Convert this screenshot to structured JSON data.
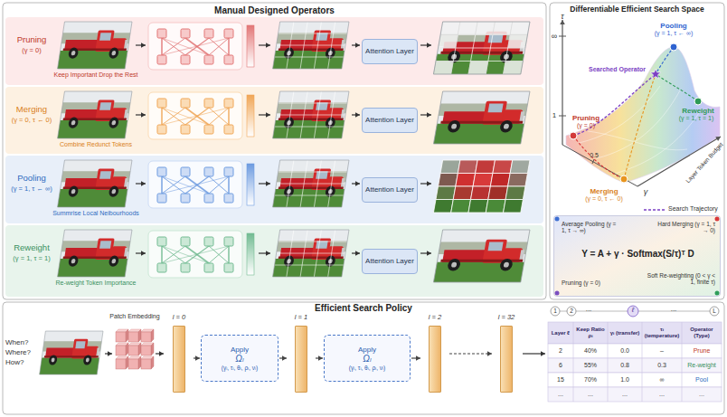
{
  "diagram": {
    "nodes": [
      {
        "text": [
          "Manual Designed Operators"
        ]
      },
      {
        "text": [
          "Pruning",
          "(γ = 0)",
          "Keep Important Drop the Rest"
        ],
        "in": 0
      },
      {
        "text": [
          "Attention Layer"
        ],
        "in": 1
      },
      {
        "text": [
          "Merging",
          "(γ = 0, τ ← 0)",
          "Combine Redunct Tokens"
        ],
        "in": 0
      },
      {
        "text": [
          "Attention Layer"
        ],
        "in": 3
      },
      {
        "text": [
          "Pooling",
          "(γ = 1, τ ← ∞)",
          "Summrise Local Neibourhoods"
        ],
        "in": 0
      },
      {
        "text": [
          "Attention Layer"
        ],
        "in": 5
      },
      {
        "text": [
          "Reweight",
          "(γ = 1, τ = 1)",
          "Re-weight Token Importance"
        ],
        "in": 0
      },
      {
        "text": [
          "Attention Layer"
        ],
        "in": 7
      },
      {
        "text": [
          "Differentiable Efficient Search Space"
        ]
      },
      {
        "text": [
          "Average Pooling (γ = 1, τ → ∞)",
          "Hard Merging (γ = 1, τ → 0)",
          "Y = A + γ · Softmax(S/τ)ᵀ D",
          "Pruning (γ = 0)",
          "Soft Re-weighting (0 < γ < 1, finite τ)"
        ],
        "in": 9
      },
      {
        "text": [
          "Efficient Search Policy"
        ]
      },
      {
        "text": [
          "l = 0"
        ],
        "in": 11
      },
      {
        "text": [
          "Apply",
          "Ωₗ",
          "(γₗ, τₗ, θₗ, ρₗ, νₗ)"
        ],
        "in": 11
      },
      {
        "text": [
          "l = 1"
        ],
        "in": 11
      },
      {
        "text": [
          "Apply",
          "Ωₗ",
          "(γₗ, τₗ, θₗ, ρₗ, νₗ)"
        ],
        "in": 11
      },
      {
        "text": [
          "l = 2"
        ],
        "in": 11
      },
      {
        "text": [
          "l = 32"
        ],
        "in": 11
      }
    ],
    "edges": [
      {
        "from": 12,
        "to": 13,
        "arrow": "to"
      },
      {
        "from": 13,
        "to": 14,
        "arrow": "to"
      },
      {
        "from": 14,
        "to": 15,
        "arrow": "to"
      },
      {
        "from": 15,
        "to": 16,
        "arrow": "to"
      },
      {
        "from": 16,
        "to": 17,
        "arrow": "to"
      }
    ],
    "labels": [
      "τ",
      "∞",
      "1",
      "0.5",
      "γ",
      "Layer Token Budget",
      "Pooling",
      "(γ = 1, τ ← ∞)",
      "Searched Operator",
      "Reweight",
      "(γ = 1, τ = 1)",
      "Pruning",
      "(γ = 0)",
      "Merging",
      "(γ = 0, τ ← 0)",
      "When?",
      "Where?",
      "How?",
      "Patch Embedding",
      "1",
      "2",
      "...",
      "ℓ",
      "...",
      "L",
      "Layer ℓ",
      "Keep Ratio ρₗ",
      "γₗ (transfer)",
      "τₗ (temperature)",
      "Operator (Type)",
      "2",
      "40%",
      "0.0",
      "–",
      "Prune",
      "6",
      "55%",
      "0.8",
      "0.3",
      "Re-weight",
      "15",
      "70%",
      "1.0",
      "∞",
      "Pool",
      "...",
      "...",
      "...",
      "...",
      "..."
    ],
    "legend": [
      {
        "text": "Search Trajectory"
      }
    ]
  }
}
